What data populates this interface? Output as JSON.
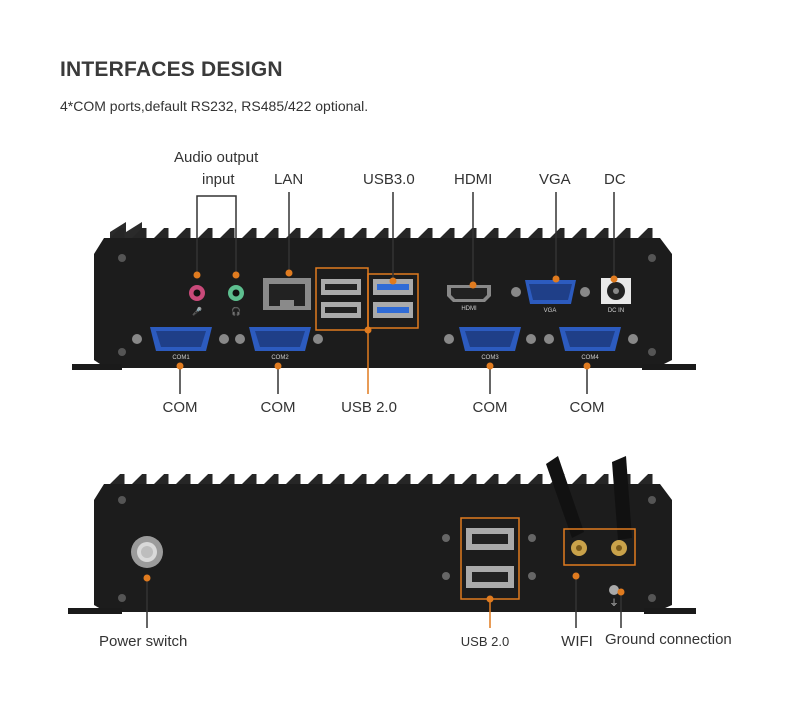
{
  "header": {
    "title": "INTERFACES DESIGN",
    "subtitle": "4*COM ports,default RS232, RS485/422 optional."
  },
  "front_panel": {
    "labels": {
      "audio_line1": "Audio output",
      "audio_line2": "input",
      "lan": "LAN",
      "usb3": "USB3.0",
      "hdmi": "HDMI",
      "vga": "VGA",
      "dc": "DC",
      "com1": "COM",
      "com2": "COM",
      "usb2": "USB 2.0",
      "com3": "COM",
      "com4": "COM"
    },
    "port_marks": {
      "com1": "COM1",
      "com2": "COM2",
      "com3": "COM3",
      "com4": "COM4",
      "hdmi": "HDMI",
      "vga": "VGA",
      "dc_in": "DC IN"
    }
  },
  "rear_panel": {
    "labels": {
      "power_switch": "Power switch",
      "usb2": "USB 2.0",
      "wifi": "WIFI",
      "ground": "Ground connection"
    }
  },
  "colors": {
    "accent": "#e07b1f",
    "chassis": "#1c1c1c",
    "leader": "#333333"
  }
}
